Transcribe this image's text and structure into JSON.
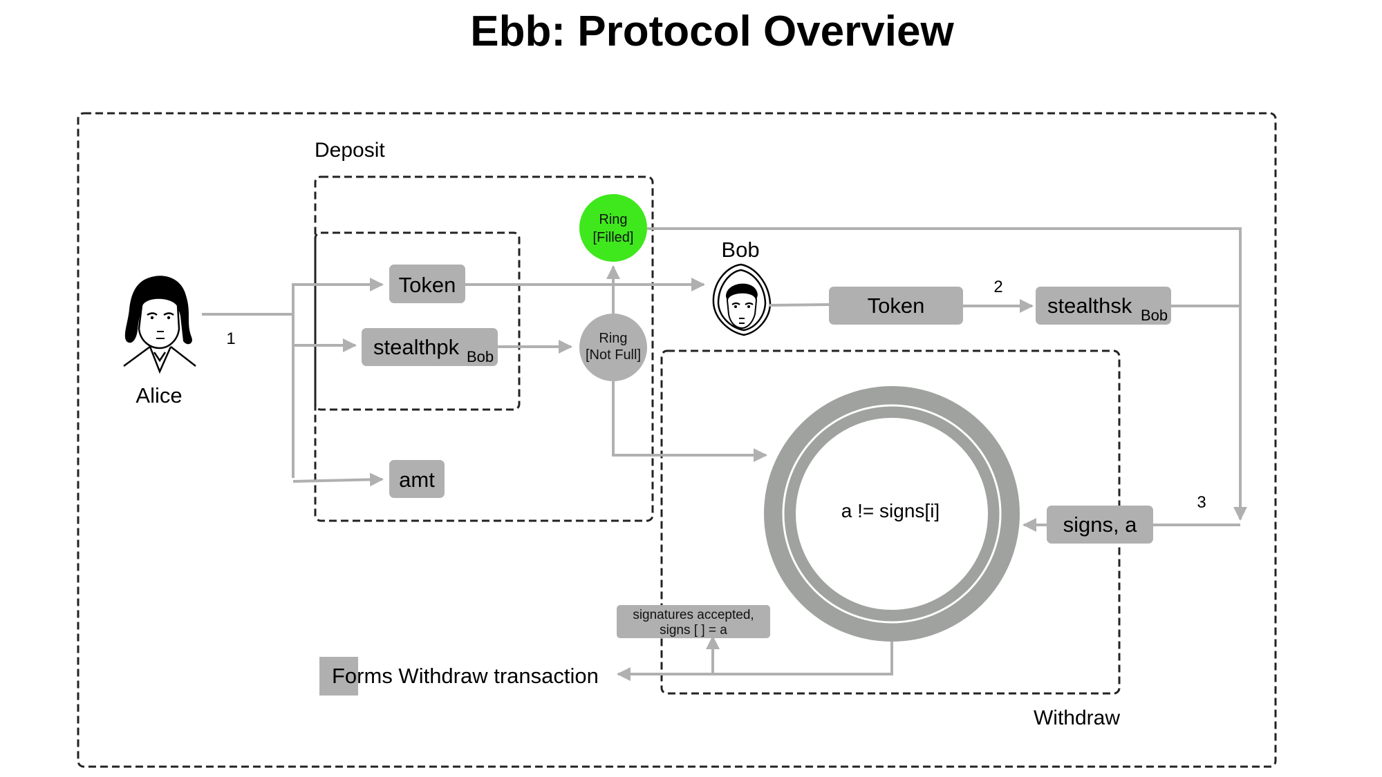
{
  "title": "Ebb: Protocol Overview",
  "colors": {
    "box": "#b0b0b0",
    "connector": "#b0b0b0",
    "ring_filled": "#3ee81c",
    "ring_not_full": "#b0b0b0",
    "contract_ring": "#9fa29e",
    "dashed_border": "#222222"
  },
  "actors": {
    "alice": {
      "label": "Alice",
      "icon": "alice-avatar-icon"
    },
    "bob": {
      "label": "Bob",
      "icon": "bob-avatar-icon"
    }
  },
  "sections": {
    "deposit": "Deposit",
    "withdraw": "Withdraw"
  },
  "steps": {
    "one": "1",
    "two": "2",
    "three": "3"
  },
  "deposit": {
    "token": "Token",
    "stealthpk": "stealthpk",
    "stealthpk_sub": "Bob",
    "amt": "amt"
  },
  "rings": {
    "filled_line1": "Ring",
    "filled_line2": "[Filled]",
    "notfull_line1": "Ring",
    "notfull_line2": "[Not Full]"
  },
  "bob_flow": {
    "token": "Token",
    "stealthsk": "stealthsk",
    "stealthsk_sub": "Bob"
  },
  "withdraw": {
    "check": "a != signs[i]",
    "signs": "signs, a",
    "accepted_line1": "signatures accepted,",
    "accepted_line2": "signs [ ] = a",
    "forms": "Forms Withdraw transaction"
  }
}
